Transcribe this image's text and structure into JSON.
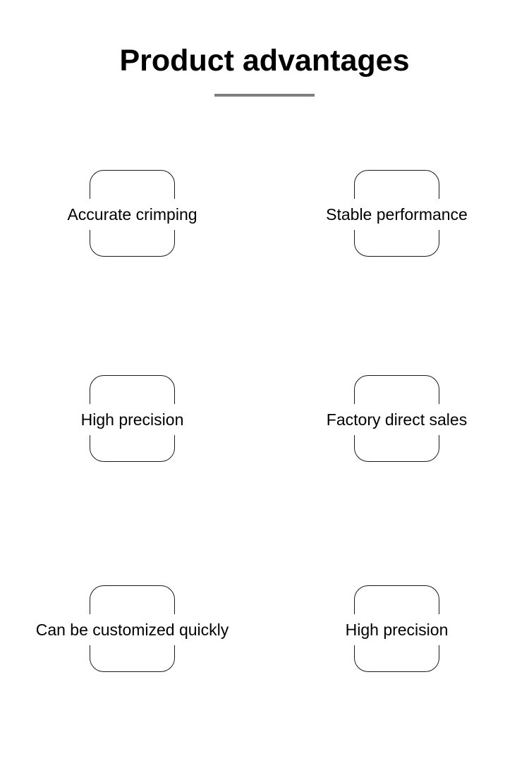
{
  "header": {
    "title": "Product advantages",
    "divider_color": "#7f7f7f"
  },
  "colors": {
    "background": "#ffffff",
    "text": "#000000",
    "box_border": "#1a1a1a",
    "divider": "#7f7f7f"
  },
  "advantages": {
    "columns": 2,
    "rows": 3,
    "items": [
      {
        "label": "Accurate crimping"
      },
      {
        "label": "Stable performance"
      },
      {
        "label": "High precision"
      },
      {
        "label": "Factory direct sales"
      },
      {
        "label": "Can be customized quickly"
      },
      {
        "label": "High precision"
      }
    ]
  }
}
